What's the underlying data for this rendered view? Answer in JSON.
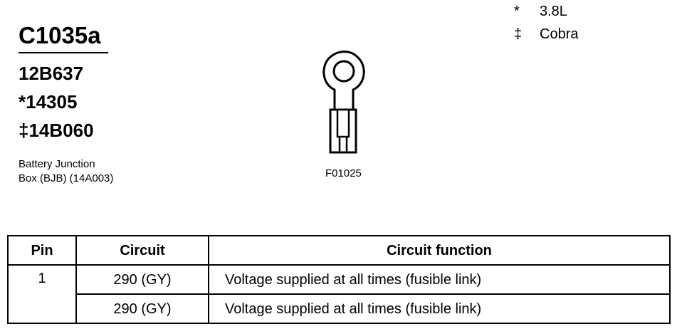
{
  "connector": {
    "title": "C1035a",
    "part_numbers": [
      "12B637",
      "*14305",
      "‡14B060"
    ],
    "description_lines": [
      "Battery Junction",
      "Box (BJB) (14A003)"
    ],
    "figure_id": "F01025"
  },
  "legend": [
    {
      "symbol": "*",
      "label": "3.8L"
    },
    {
      "symbol": "‡",
      "label": "Cobra"
    }
  ],
  "table": {
    "headers": {
      "pin": "Pin",
      "circuit": "Circuit",
      "function": "Circuit function"
    },
    "rows": [
      {
        "pin": "1",
        "circuit": "290 (GY)",
        "function": "Voltage supplied at all times (fusible link)"
      },
      {
        "pin": "",
        "circuit": "290 (GY)",
        "function": "Voltage supplied at all times (fusible link)"
      }
    ]
  }
}
